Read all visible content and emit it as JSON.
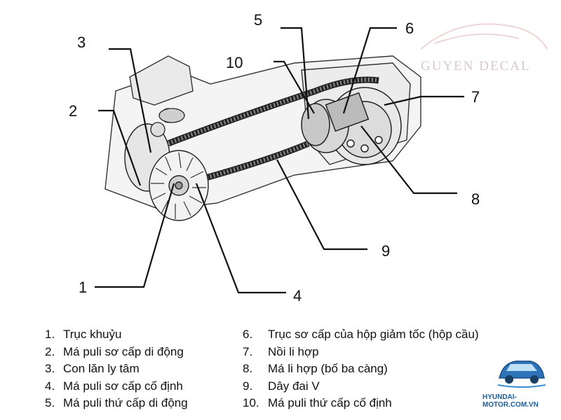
{
  "callouts": [
    "1",
    "2",
    "3",
    "4",
    "5",
    "6",
    "7",
    "8",
    "9",
    "10"
  ],
  "legend_left": [
    {
      "num": "1.",
      "text": "Trục khuỷu"
    },
    {
      "num": "2.",
      "text": "Má puli sơ cấp di động"
    },
    {
      "num": "3.",
      "text": "Con lăn ly tâm"
    },
    {
      "num": "4.",
      "text": "Má puli sơ cấp cố định"
    },
    {
      "num": "5.",
      "text": "Má puli thứ cấp di động"
    }
  ],
  "legend_right": [
    {
      "num": "6.",
      "text": "Trục sơ cấp của hộp giảm tốc (hộp cầu)"
    },
    {
      "num": "7.",
      "text": "Nồi li hợp"
    },
    {
      "num": "8.",
      "text": "Má li hợp (bố ba càng)"
    },
    {
      "num": "9.",
      "text": "Dây đai V"
    },
    {
      "num": "10.",
      "text": "Má puli thứ cấp cố định"
    }
  ],
  "watermark": "GUYEN DECAL",
  "logo": {
    "text": "HYUNDAI-MOTOR.COM.VN",
    "color": "#1a5e9e"
  },
  "line_color": "#111111"
}
